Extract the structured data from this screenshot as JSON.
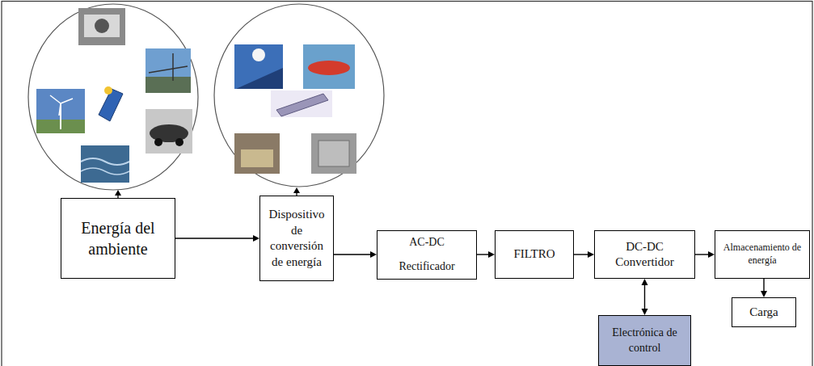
{
  "diagram": {
    "nodes": [
      {
        "text": [
          "Energía del ambiente"
        ]
      },
      {
        "text": [
          "Dispositivo de conversión de energía"
        ]
      },
      {
        "text": [
          "AC-DC",
          "Rectificador"
        ]
      },
      {
        "text": [
          "FILTRO"
        ]
      },
      {
        "text": [
          "DC-DC Convertidor"
        ]
      },
      {
        "text": [
          "Almacenamiento de energía"
        ]
      },
      {
        "text": [
          "Electrónica de control"
        ]
      },
      {
        "text": [
          "Carga"
        ]
      }
    ],
    "edges": [
      {
        "from": 0,
        "to": 1,
        "arrow": "to"
      },
      {
        "from": 1,
        "to": 2,
        "arrow": "to"
      },
      {
        "from": 2,
        "to": 3,
        "arrow": "to"
      },
      {
        "from": 3,
        "to": 4,
        "arrow": "to"
      },
      {
        "from": 4,
        "to": 6,
        "arrow": "both"
      },
      {
        "from": 4,
        "to": 5,
        "arrow": "to"
      },
      {
        "from": 5,
        "to": 7,
        "arrow": "to"
      }
    ]
  }
}
